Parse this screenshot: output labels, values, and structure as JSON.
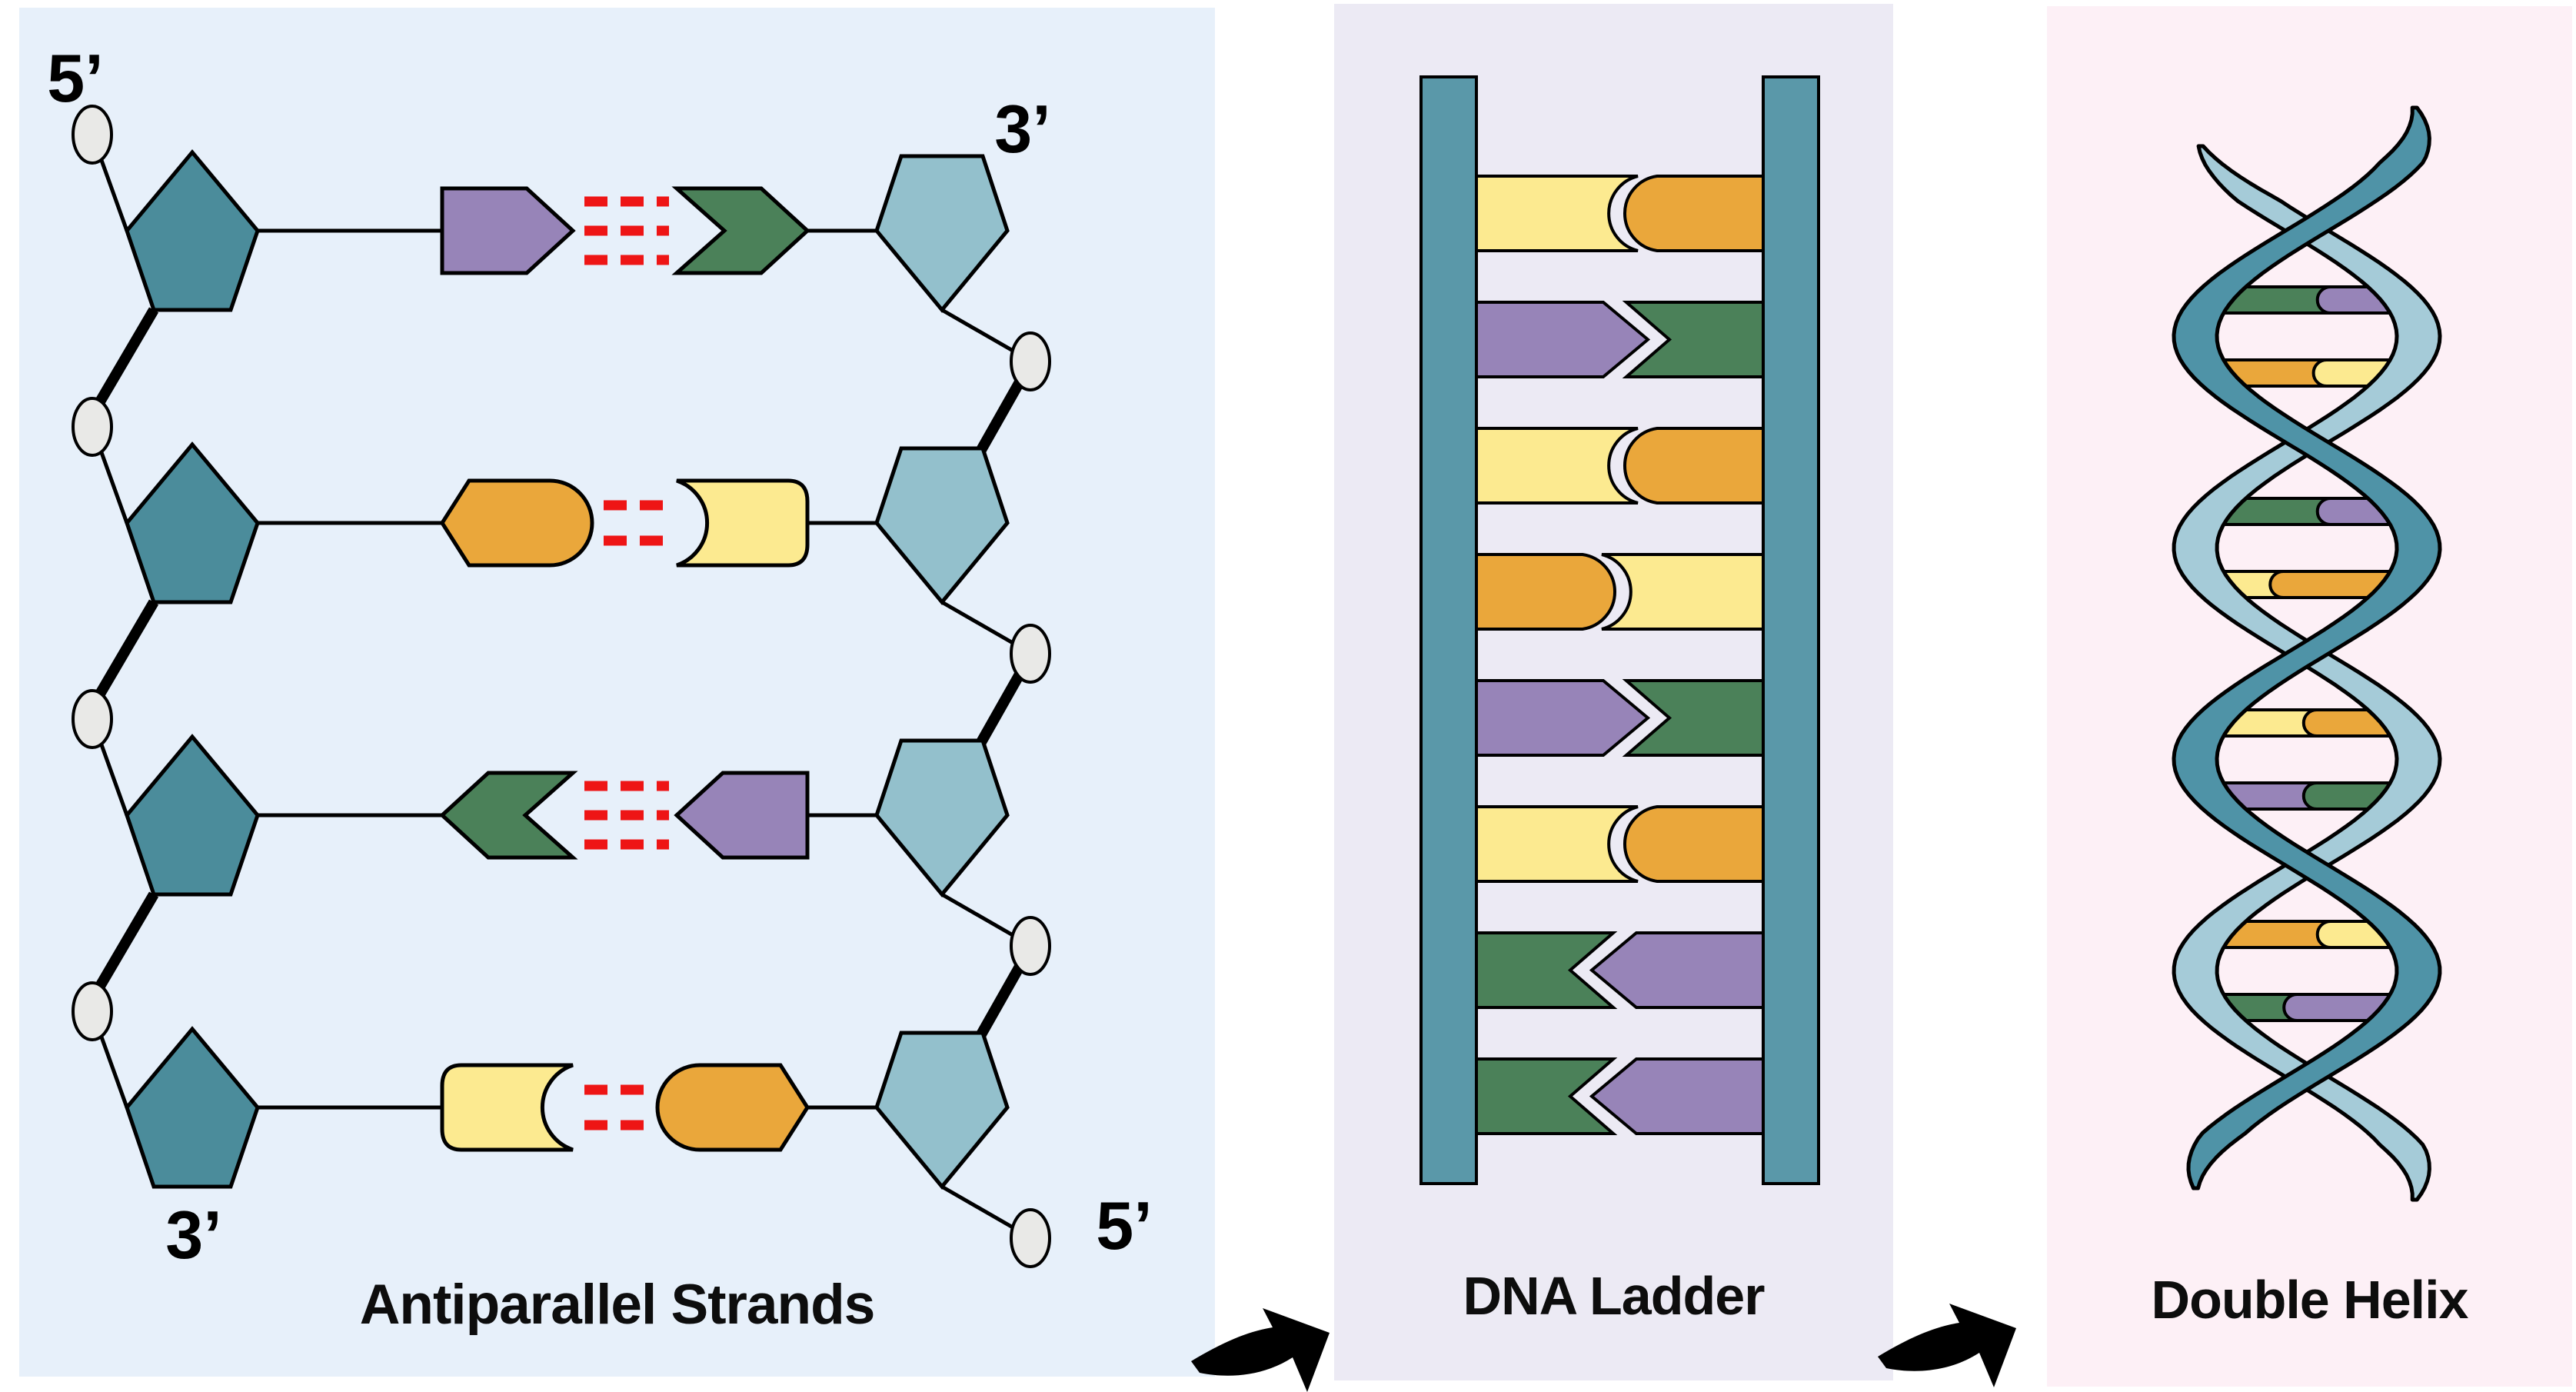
{
  "canvas": {
    "background": "#ffffff"
  },
  "palette": {
    "panel_antiparallel_bg": "#e7f0fa",
    "panel_ladder_bg": "#eceaf4",
    "panel_helix_bg": "#fdf0f6",
    "outline": "#000000",
    "sugar_left_strand": "#4b8c9b",
    "sugar_right_strand": "#93c0cc",
    "phosphate": "#e9e9e7",
    "rail": "#5a98a9",
    "ribbon_dark": "#4f93a7",
    "ribbon_light": "#a5cbd8",
    "purple": "#9784b8",
    "green": "#4b8159",
    "orange": "#eaa73b",
    "yellow": "#fcea90",
    "hydrogen_bond": "#ee1515",
    "arrow": "#000000",
    "title_color": "#0d0d0d"
  },
  "panels": {
    "antiparallel": {
      "title": "Antiparallel Strands",
      "labels": {
        "top_left": "5’",
        "top_right": "3’",
        "bottom_left": "3’",
        "bottom_right": "5’"
      },
      "rows": [
        {
          "left_base": "purple",
          "right_base": "green",
          "bonds": 3
        },
        {
          "left_base": "orange",
          "right_base": "yellow",
          "bonds": 2
        },
        {
          "left_base": "green",
          "right_base": "purple",
          "bonds": 3
        },
        {
          "left_base": "yellow",
          "right_base": "orange",
          "bonds": 2
        }
      ]
    },
    "ladder": {
      "title": "DNA Ladder",
      "rungs": [
        {
          "left": "yellow",
          "right": "orange"
        },
        {
          "left": "purple",
          "right": "green"
        },
        {
          "left": "yellow",
          "right": "orange"
        },
        {
          "left": "orange",
          "right": "yellow"
        },
        {
          "left": "purple",
          "right": "green"
        },
        {
          "left": "yellow",
          "right": "orange"
        },
        {
          "left": "green",
          "right": "purple"
        },
        {
          "left": "green",
          "right": "purple"
        }
      ]
    },
    "helix": {
      "title": "Double Helix",
      "rungs": [
        {
          "left": "green",
          "right": "purple",
          "split": 0.62
        },
        {
          "left": "orange",
          "right": "yellow",
          "split": 0.6
        },
        {
          "left": "green",
          "right": "purple",
          "split": 0.62
        },
        {
          "left": "yellow",
          "right": "orange",
          "split": 0.38
        },
        {
          "left": "yellow",
          "right": "orange",
          "split": 0.55
        },
        {
          "left": "purple",
          "right": "green",
          "split": 0.55
        },
        {
          "left": "orange",
          "right": "yellow",
          "split": 0.62
        },
        {
          "left": "green",
          "right": "purple",
          "split": 0.45
        }
      ]
    }
  }
}
